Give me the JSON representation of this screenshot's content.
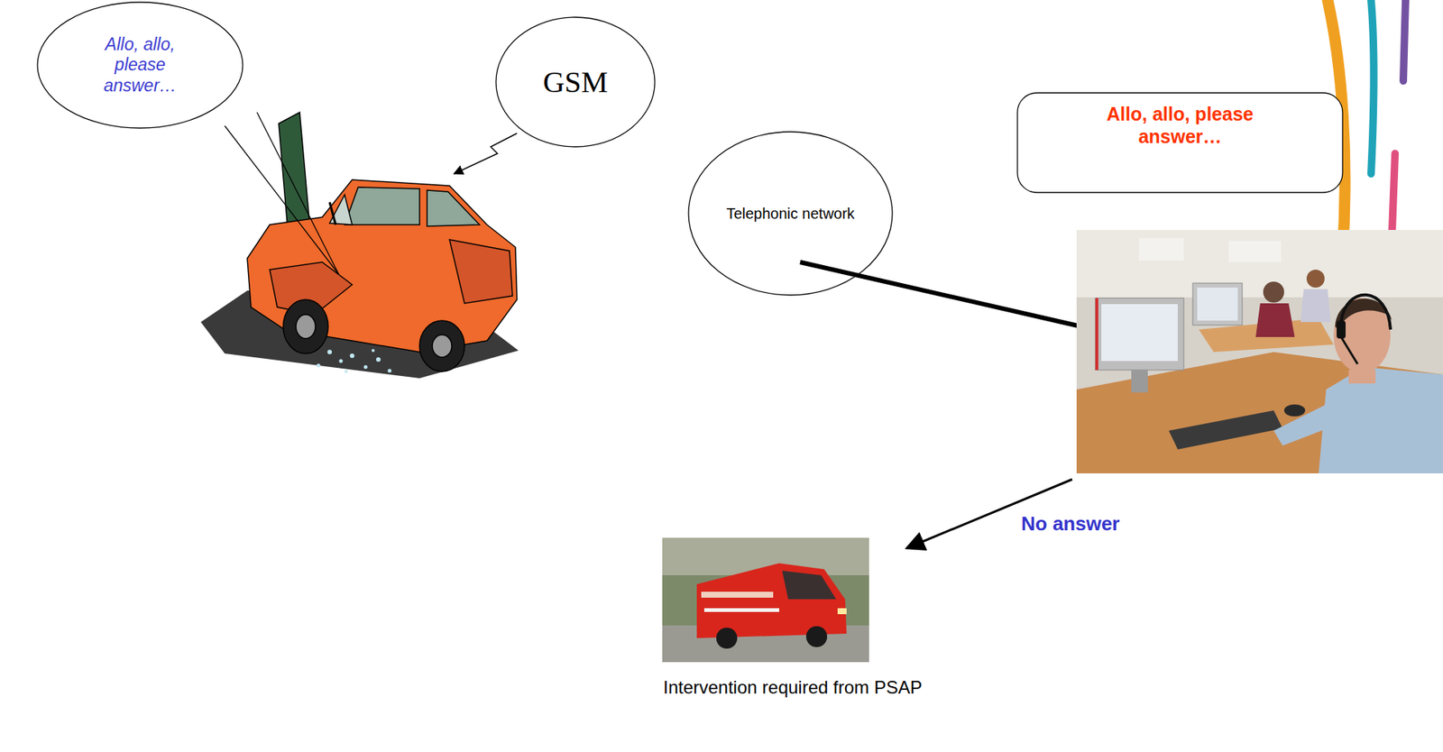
{
  "diagram": {
    "nodes": [
      {
        "text": [
          "Allo, allo, please answer…"
        ]
      },
      {
        "text": [
          "GSM"
        ]
      },
      {
        "text": [
          "Telephonic network"
        ]
      },
      {
        "text": [
          "Allo, allo, please answer…"
        ]
      }
    ],
    "labels": [
      "No answer",
      "Intervention required from PSAP"
    ]
  }
}
